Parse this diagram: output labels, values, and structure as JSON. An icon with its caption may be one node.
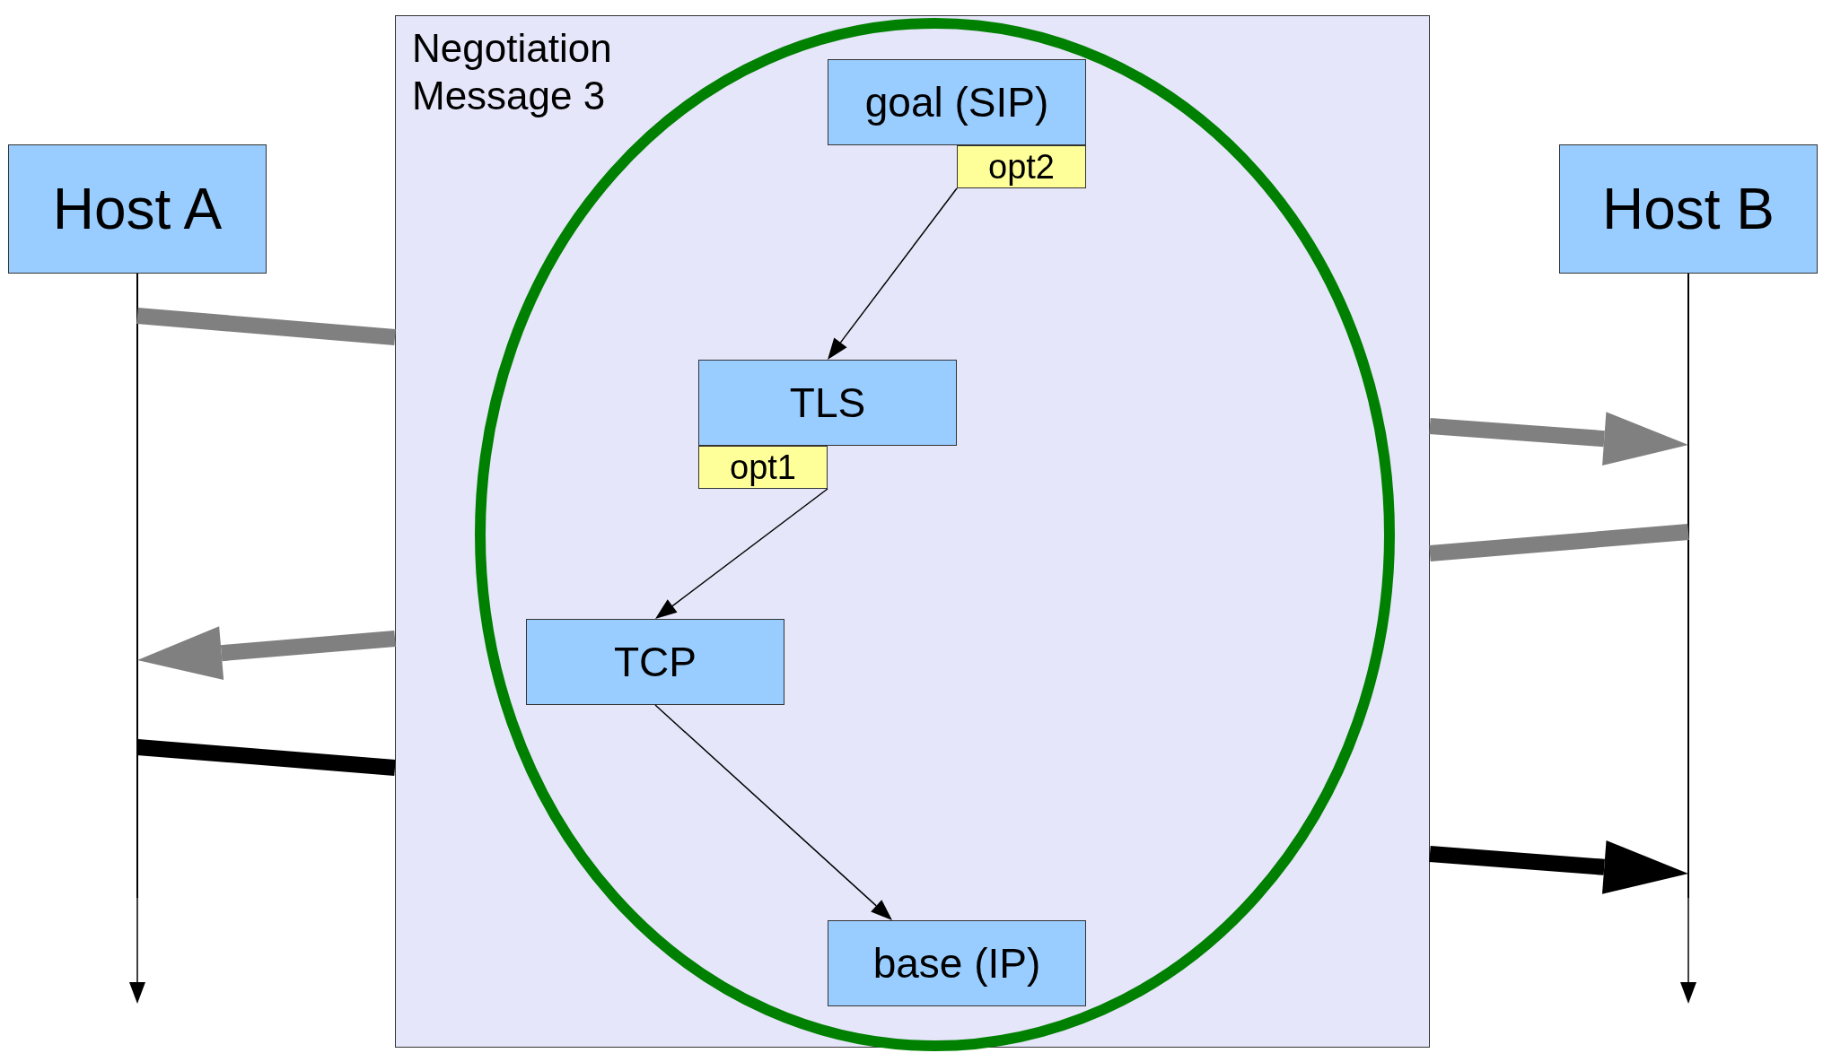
{
  "diagram": {
    "nodes": [
      {
        "text": [
          "Host A"
        ]
      },
      {
        "text": [
          "Host B"
        ]
      },
      {
        "text": [
          "Negotiation Message 3"
        ]
      },
      {
        "text": [],
        "shape": "ellipse",
        "in": 2
      },
      {
        "text": [
          "goal (SIP)"
        ],
        "in": 3
      },
      {
        "text": [
          "opt2"
        ],
        "in": 3
      },
      {
        "text": [
          "TLS"
        ],
        "in": 3
      },
      {
        "text": [
          "opt1"
        ],
        "in": 3
      },
      {
        "text": [
          "TCP"
        ],
        "in": 3
      },
      {
        "text": [
          "base (IP)"
        ],
        "in": 3
      }
    ],
    "edges": [
      {
        "from": 0,
        "to": null,
        "arrow": "to"
      },
      {
        "from": 1,
        "to": null,
        "arrow": "to"
      },
      {
        "from": 0,
        "to": 2,
        "arrow": "none",
        "color": "#808080"
      },
      {
        "from": 2,
        "to": 1,
        "arrow": "to",
        "color": "#808080"
      },
      {
        "from": 1,
        "to": 2,
        "arrow": "none",
        "color": "#808080"
      },
      {
        "from": 2,
        "to": 0,
        "arrow": "to",
        "color": "#808080"
      },
      {
        "from": 0,
        "to": 2,
        "arrow": "none"
      },
      {
        "from": 2,
        "to": 1,
        "arrow": "to"
      },
      {
        "from": 5,
        "to": 6,
        "arrow": "to"
      },
      {
        "from": 7,
        "to": 8,
        "arrow": "to"
      },
      {
        "from": 8,
        "to": 9,
        "arrow": "to"
      }
    ]
  }
}
